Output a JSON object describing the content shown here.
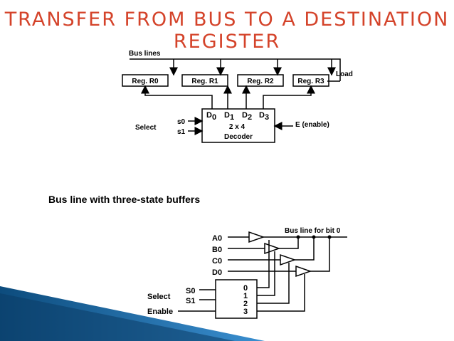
{
  "slide": {
    "title_line1": "TRANSFER  FROM  BUS  TO  A  DESTINATION",
    "title_line2": "REGISTER",
    "section_title": "Bus line with three-state buffers"
  },
  "diagram1": {
    "bus_lines_label": "Bus lines",
    "load_label": "Load",
    "registers": [
      "Reg. R0",
      "Reg. R1",
      "Reg. R2",
      "Reg. R3"
    ],
    "select_label": "Select",
    "select_inputs": [
      "s0",
      "s1"
    ],
    "decoder_outputs": {
      "d0_main": "D",
      "d0_sub": "0",
      "d1_main": "D",
      "d1_sub": "1",
      "d2_main": "D",
      "d2_sub": "2",
      "d3_main": "D",
      "d3_sub": "3"
    },
    "decoder_size": "2 x 4",
    "decoder_name": "Decoder",
    "enable_label": "E (enable)"
  },
  "diagram2": {
    "bus_line_label": "Bus line for bit 0",
    "inputs": [
      "A0",
      "B0",
      "C0",
      "D0"
    ],
    "select_label": "Select",
    "enable_label": "Enable",
    "select_inputs": [
      "S0",
      "S1"
    ],
    "decoder_outputs": [
      "0",
      "1",
      "2",
      "3"
    ]
  },
  "colors": {
    "title": "#d4432a",
    "accent_bar": "#1f6fa8"
  }
}
